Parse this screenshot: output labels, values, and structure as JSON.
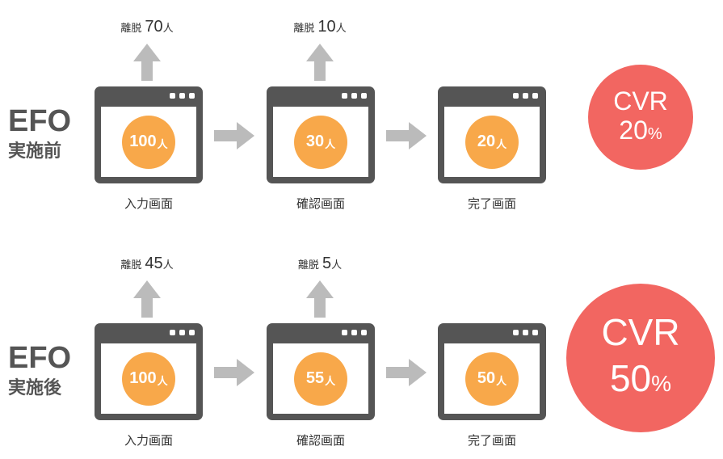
{
  "rows": [
    {
      "label_top": "EFO",
      "label_sub": "実施前",
      "cvr_title": "CVR",
      "cvr_value": "20",
      "cvr_unit": "%",
      "steps": [
        {
          "count": "100",
          "unit": "人",
          "label": "入力画面",
          "dropout_word": "離脱",
          "dropout_value": "70",
          "dropout_unit": "人"
        },
        {
          "count": "30",
          "unit": "人",
          "label": "確認画面",
          "dropout_word": "離脱",
          "dropout_value": "10",
          "dropout_unit": "人"
        },
        {
          "count": "20",
          "unit": "人",
          "label": "完了画面"
        }
      ]
    },
    {
      "label_top": "EFO",
      "label_sub": "実施後",
      "cvr_title": "CVR",
      "cvr_value": "50",
      "cvr_unit": "%",
      "steps": [
        {
          "count": "100",
          "unit": "人",
          "label": "入力画面",
          "dropout_word": "離脱",
          "dropout_value": "45",
          "dropout_unit": "人"
        },
        {
          "count": "55",
          "unit": "人",
          "label": "確認画面",
          "dropout_word": "離脱",
          "dropout_value": "5",
          "dropout_unit": "人"
        },
        {
          "count": "50",
          "unit": "人",
          "label": "完了画面"
        }
      ]
    }
  ],
  "colors": {
    "window": "#555555",
    "count_circle": "#f8a84a",
    "cvr_circle": "#f26661",
    "arrow": "#bbbbbb"
  }
}
